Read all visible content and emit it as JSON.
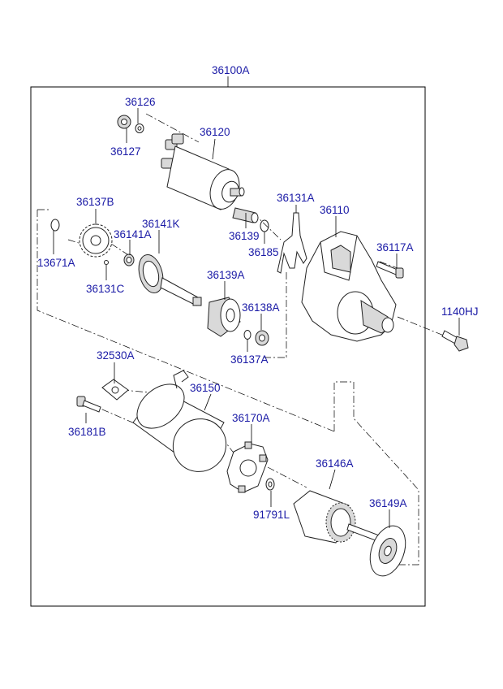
{
  "colors": {
    "label": "#1a1aa6",
    "line": "#000000",
    "background": "#ffffff"
  },
  "labels": {
    "assembly": "36100A",
    "p36126": "36126",
    "p36127": "36127",
    "p36120": "36120",
    "p36137B": "36137B",
    "p36141K": "36141K",
    "p36141A": "36141A",
    "p13671A": "13671A",
    "p36131C": "36131C",
    "p36139A": "36139A",
    "p36138A": "36138A",
    "p36137A": "36137A",
    "p36131A": "36131A",
    "p36110": "36110",
    "p36139": "36139",
    "p36185": "36185",
    "p36117A": "36117A",
    "p1140HJ": "1140HJ",
    "p32530A": "32530A",
    "p36150": "36150",
    "p36181B": "36181B",
    "p36170A": "36170A",
    "p36146A": "36146A",
    "p36149A": "36149A",
    "p91791L": "91791L"
  }
}
